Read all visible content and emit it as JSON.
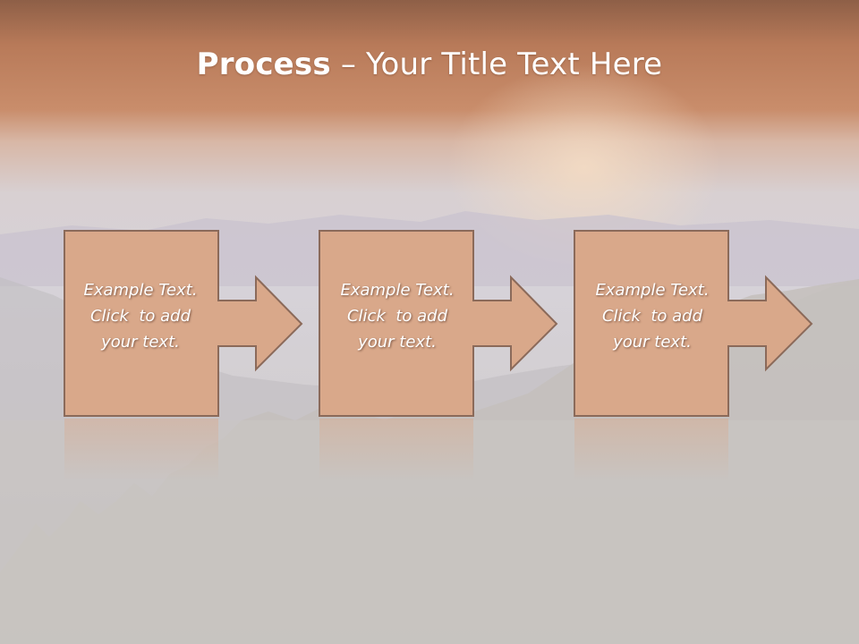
{
  "slide": {
    "title_bold": "Process",
    "title_dash": " – ",
    "title_rest": "Your Title Text Here"
  },
  "steps": [
    {
      "line1": "Example Text.",
      "line2": "Click  to add",
      "line3": "your text."
    },
    {
      "line1": "Example Text.",
      "line2": "Click  to add",
      "line3": "your text."
    },
    {
      "line1": "Example Text.",
      "line2": "Click  to add",
      "line3": "your text."
    }
  ],
  "colors": {
    "header": "#c2845e",
    "box_fill": "#d9a88a",
    "box_stroke": "#8b6a5a",
    "sky": "#d8d2d6",
    "ground": "#cbc7c3"
  }
}
